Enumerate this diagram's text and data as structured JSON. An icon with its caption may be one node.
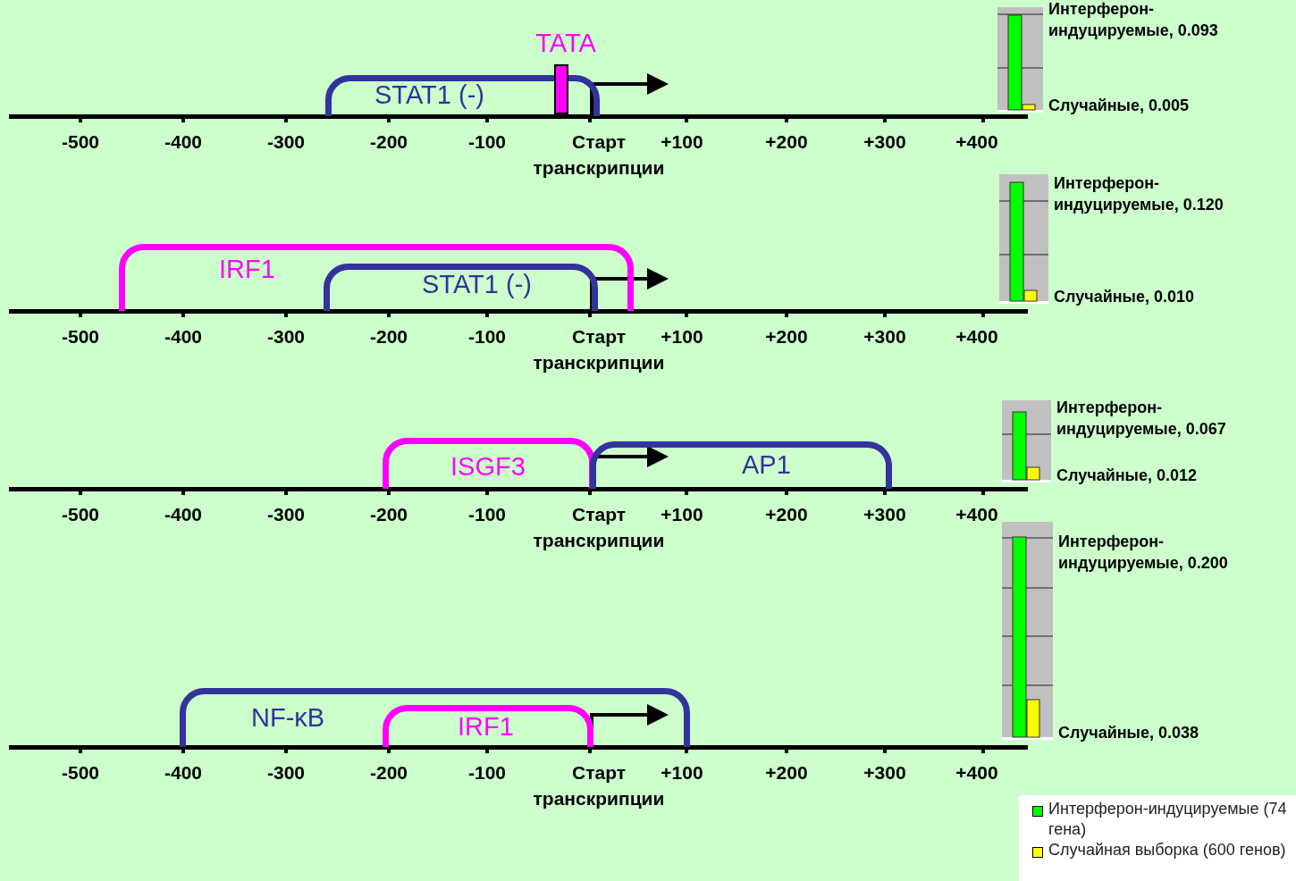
{
  "diagram": {
    "nodes": [
      {
        "text": [
          "STAT1 (-)"
        ]
      },
      {
        "text": [
          "TATA"
        ]
      },
      {
        "text": [
          "IRF1"
        ]
      },
      {
        "text": [
          "STAT1 (-)"
        ],
        "in": 2
      },
      {
        "text": [
          "ISGF3"
        ]
      },
      {
        "text": [
          "AP1"
        ]
      },
      {
        "text": [
          "NF-κB"
        ]
      },
      {
        "text": [
          "IRF1"
        ],
        "in": 6
      }
    ],
    "labels": [
      "-500",
      "-400",
      "-300",
      "-200",
      "-100",
      "Старт транскрипции",
      "+100",
      "+200",
      "+300",
      "+400",
      "Интерферон-индуцируемые, 0.093",
      "Случайные, 0.005",
      "-500",
      "-400",
      "-300",
      "-200",
      "-100",
      "Старт транскрипции",
      "+100",
      "+200",
      "+300",
      "+400",
      "Интерферон-индуцируемые, 0.120",
      "Случайные, 0.010",
      "-500",
      "-400",
      "-300",
      "-200",
      "-100",
      "Старт транскрипции",
      "+100",
      "+200",
      "+300",
      "+400",
      "Интерферон-индуцируемые, 0.067",
      "Случайные, 0.012",
      "-500",
      "-400",
      "-300",
      "-200",
      "-100",
      "Старт транскрипции",
      "+100",
      "+200",
      "+300",
      "+400",
      "Интерферон-индуцируемые, 0.200",
      "Случайные, 0.038"
    ],
    "legend": [
      {
        "text": "Интерферон-индуцируемые (74 гена)",
        "color": "#00ff00"
      },
      {
        "text": "Случайная выборка (600 генов)",
        "color": "#ffff00"
      }
    ]
  }
}
